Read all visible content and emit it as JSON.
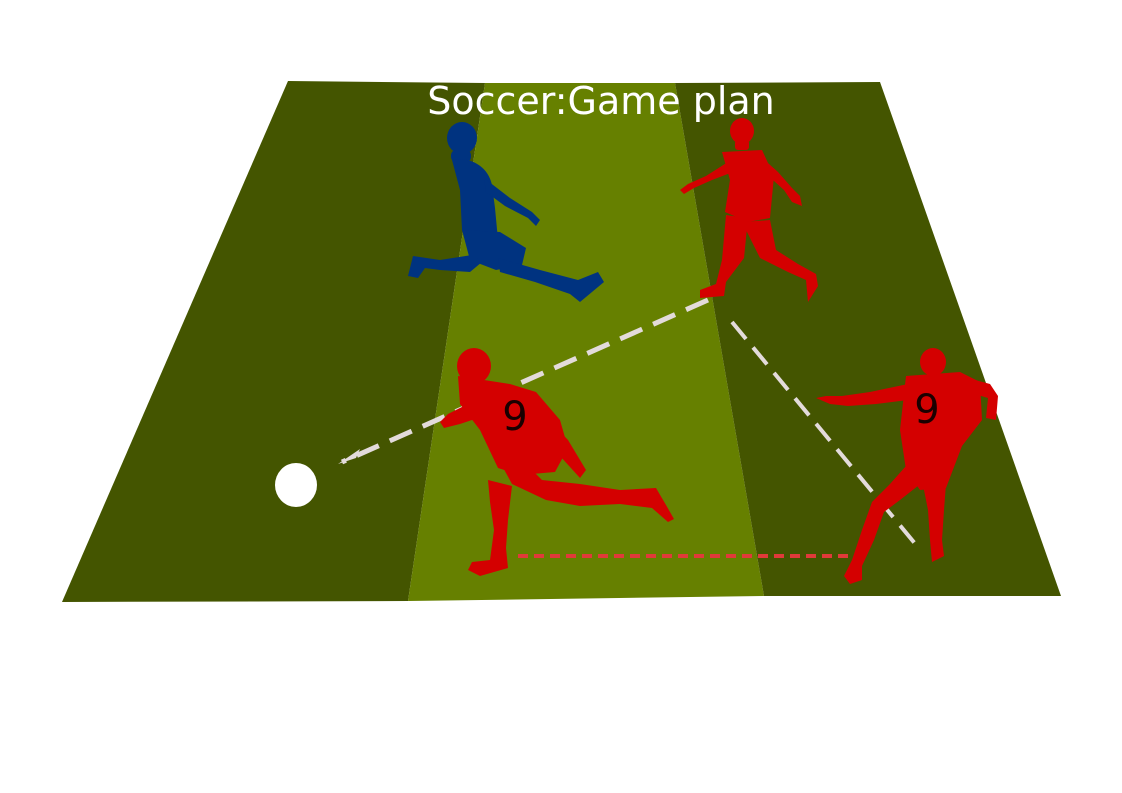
{
  "title": "Soccer:Game plan",
  "colors": {
    "field_dark": "#445500",
    "field_light": "#668000",
    "team_red": "#d40000",
    "team_blue": "#003380",
    "pass_line": "#e3dbdb",
    "run_line": "#e03a3a",
    "ball": "#ffffff",
    "title_color": "#ffffff",
    "number_color": "#1a0000"
  },
  "players": [
    {
      "team": "blue",
      "number": ""
    },
    {
      "team": "red",
      "number": ""
    },
    {
      "team": "red",
      "number": "9"
    },
    {
      "team": "red",
      "number": "9"
    }
  ],
  "ball": {
    "color": "white"
  },
  "lines": [
    {
      "style": "dashed",
      "color": "light-grey"
    },
    {
      "style": "dashed",
      "color": "light-grey"
    },
    {
      "style": "dotted",
      "color": "red"
    }
  ]
}
